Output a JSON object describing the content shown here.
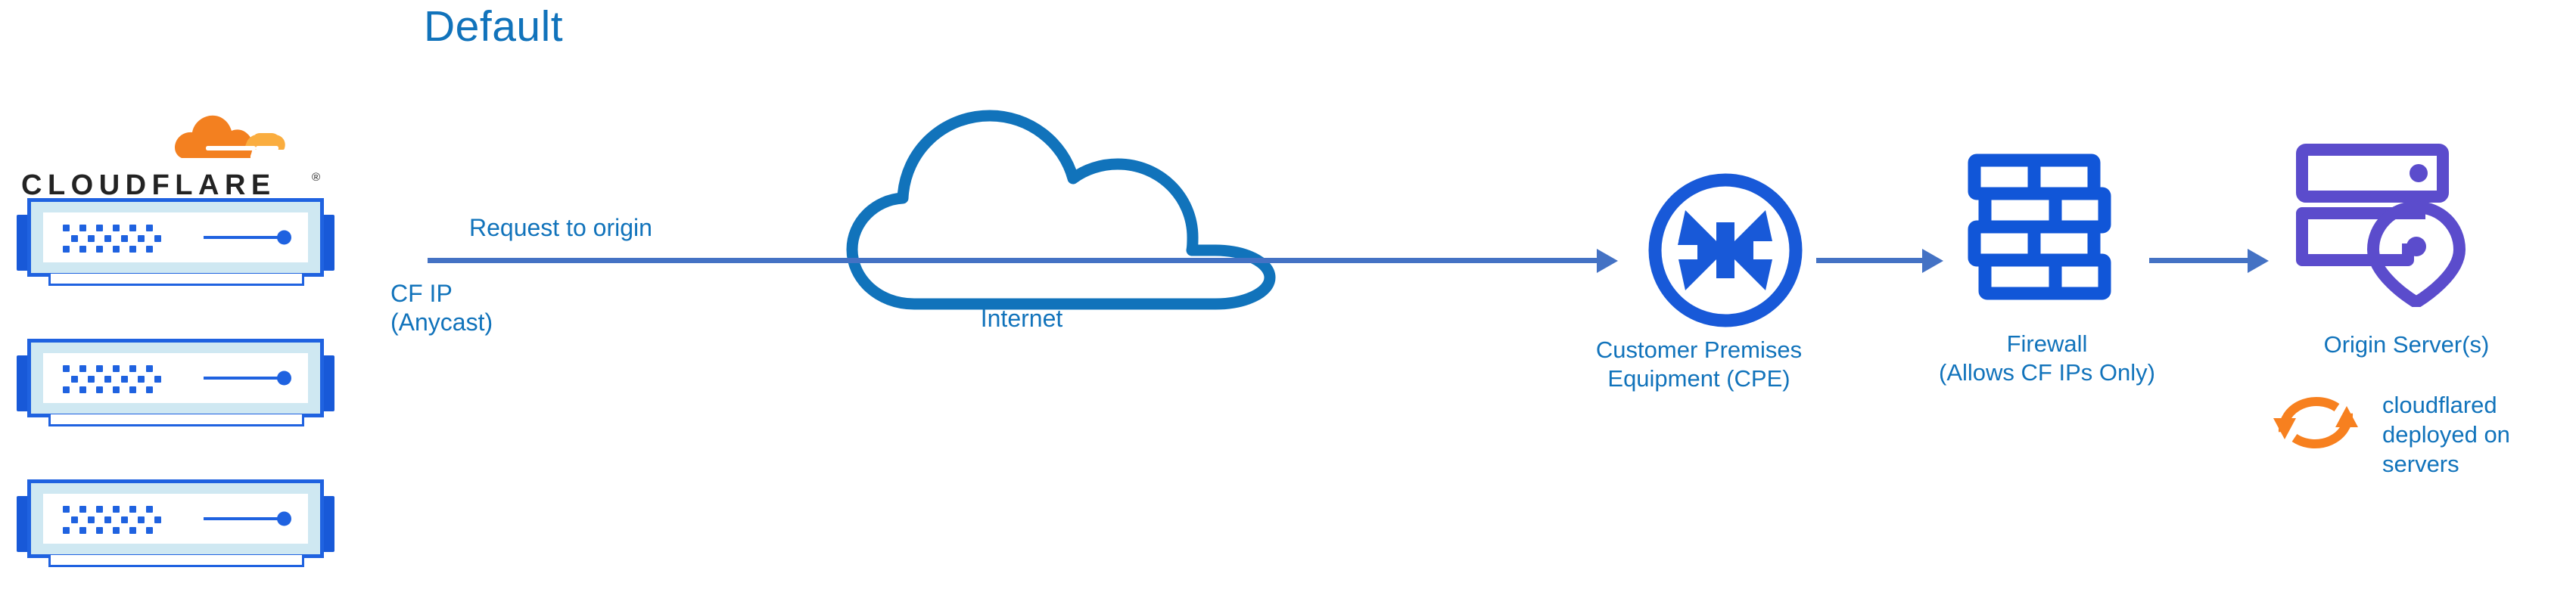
{
  "title": "Default",
  "colors": {
    "text_blue": "#1173bb",
    "arrow_blue": "#4472c4",
    "icon_blue": "#1859d8",
    "server_purple": "#5b4ccc",
    "cloudflare_orange": "#f38020",
    "cloudflare_orange_light": "#faad3f",
    "wordmark_dark": "#232323"
  },
  "brand": {
    "wordmark": "CLOUDFLARE",
    "registered_mark": "®",
    "logo_icon": "cloudflare-cloud-icon"
  },
  "left_stack": {
    "device_count": 3,
    "device_icon": "server-appliance-icon",
    "devices": [
      {
        "name": "cloudflare-edge-server-1"
      },
      {
        "name": "cloudflare-edge-server-2"
      },
      {
        "name": "cloudflare-edge-server-3"
      }
    ]
  },
  "labels": {
    "request_to_origin": "Request to origin",
    "cf_ip": "CF IP\n(Anycast)",
    "internet": "Internet",
    "cpe": "Customer Premises\nEquipment (CPE)",
    "firewall": "Firewall\n(Allows CF IPs Only)",
    "origin_server": "Origin Server(s)",
    "cloudflared": "cloudflared\ndeployed on\nservers"
  },
  "nodes": [
    {
      "id": "cloudflare-edge",
      "label": "CLOUDFLARE",
      "icon": "server-appliance-icon"
    },
    {
      "id": "internet",
      "label": "Internet",
      "icon": "cloud-outline-icon"
    },
    {
      "id": "cpe",
      "label": "Customer Premises Equipment (CPE)",
      "icon": "router-icon"
    },
    {
      "id": "firewall",
      "label": "Firewall (Allows CF IPs Only)",
      "icon": "brick-wall-icon"
    },
    {
      "id": "origin",
      "label": "Origin Server(s)",
      "icon": "server-rack-pin-icon"
    }
  ],
  "connections": [
    {
      "from": "cloudflare-edge",
      "to": "cpe",
      "label": "Request to origin",
      "through": "internet"
    },
    {
      "from": "cpe",
      "to": "firewall",
      "label": ""
    },
    {
      "from": "firewall",
      "to": "origin",
      "label": ""
    }
  ],
  "annotations": [
    {
      "target": "origin",
      "icon": "sync-arrows-icon",
      "text": "cloudflared deployed on servers"
    }
  ]
}
